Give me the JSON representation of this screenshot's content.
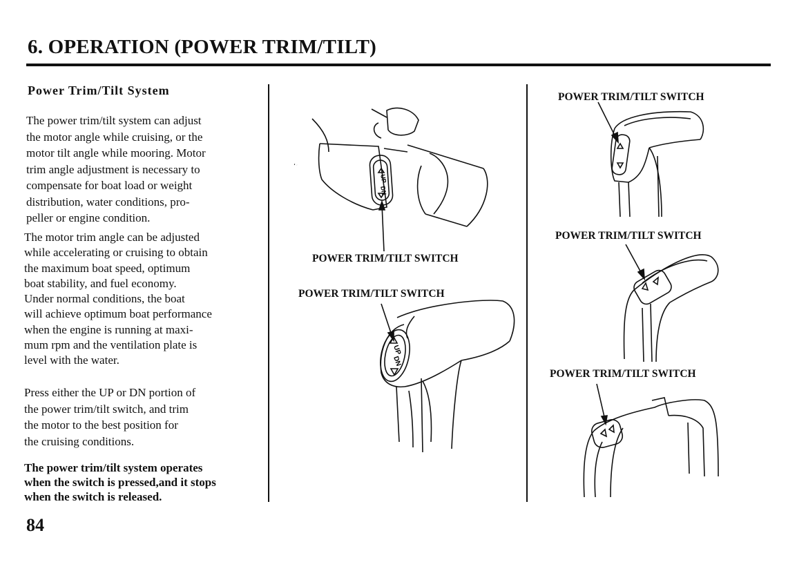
{
  "page": {
    "title": "6. OPERATION (POWER TRIM/TILT)",
    "page_number": "84"
  },
  "section": {
    "heading": "Power Trim/Tilt System",
    "paragraph1": [
      "The power trim/tilt system can adjust",
      "the motor angle while cruising, or the",
      "motor tilt angle while mooring. Motor",
      "trim angle adjustment is necessary to",
      "compensate for boat load or weight",
      "distribution, water conditions, pro-",
      "peller or engine condition."
    ],
    "paragraph2": [
      "The motor trim angle can be adjusted",
      "while accelerating or cruising to obtain",
      "the maximum boat speed, optimum",
      "boat stability, and fuel economy.",
      "Under normal conditions, the boat",
      "will achieve optimum boat performance",
      "when the engine is running at maxi-",
      "mum rpm and the ventilation plate is",
      "level with the water."
    ],
    "paragraph3": [
      "Press either the UP or DN portion of",
      "the power trim/tilt switch, and trim",
      "the motor to the best position for",
      "the cruising conditions."
    ],
    "paragraph4": [
      "The power trim/tilt system operates",
      "when the switch is pressed,and it stops",
      "when the switch is released."
    ]
  },
  "figures": {
    "label1": "POWER TRIM/TILT SWITCH",
    "label2": "POWER TRIM/TILT SWITCH",
    "label3": "POWER TRIM/TILT SWITCH",
    "label4": "POWER TRIM/TILT SWITCH",
    "label5": "POWER TRIM/TILT SWITCH",
    "switch_up": "UP",
    "switch_dn": "DN"
  },
  "icons": [
    "switch-arrow-up-icon",
    "switch-arrow-down-icon"
  ]
}
